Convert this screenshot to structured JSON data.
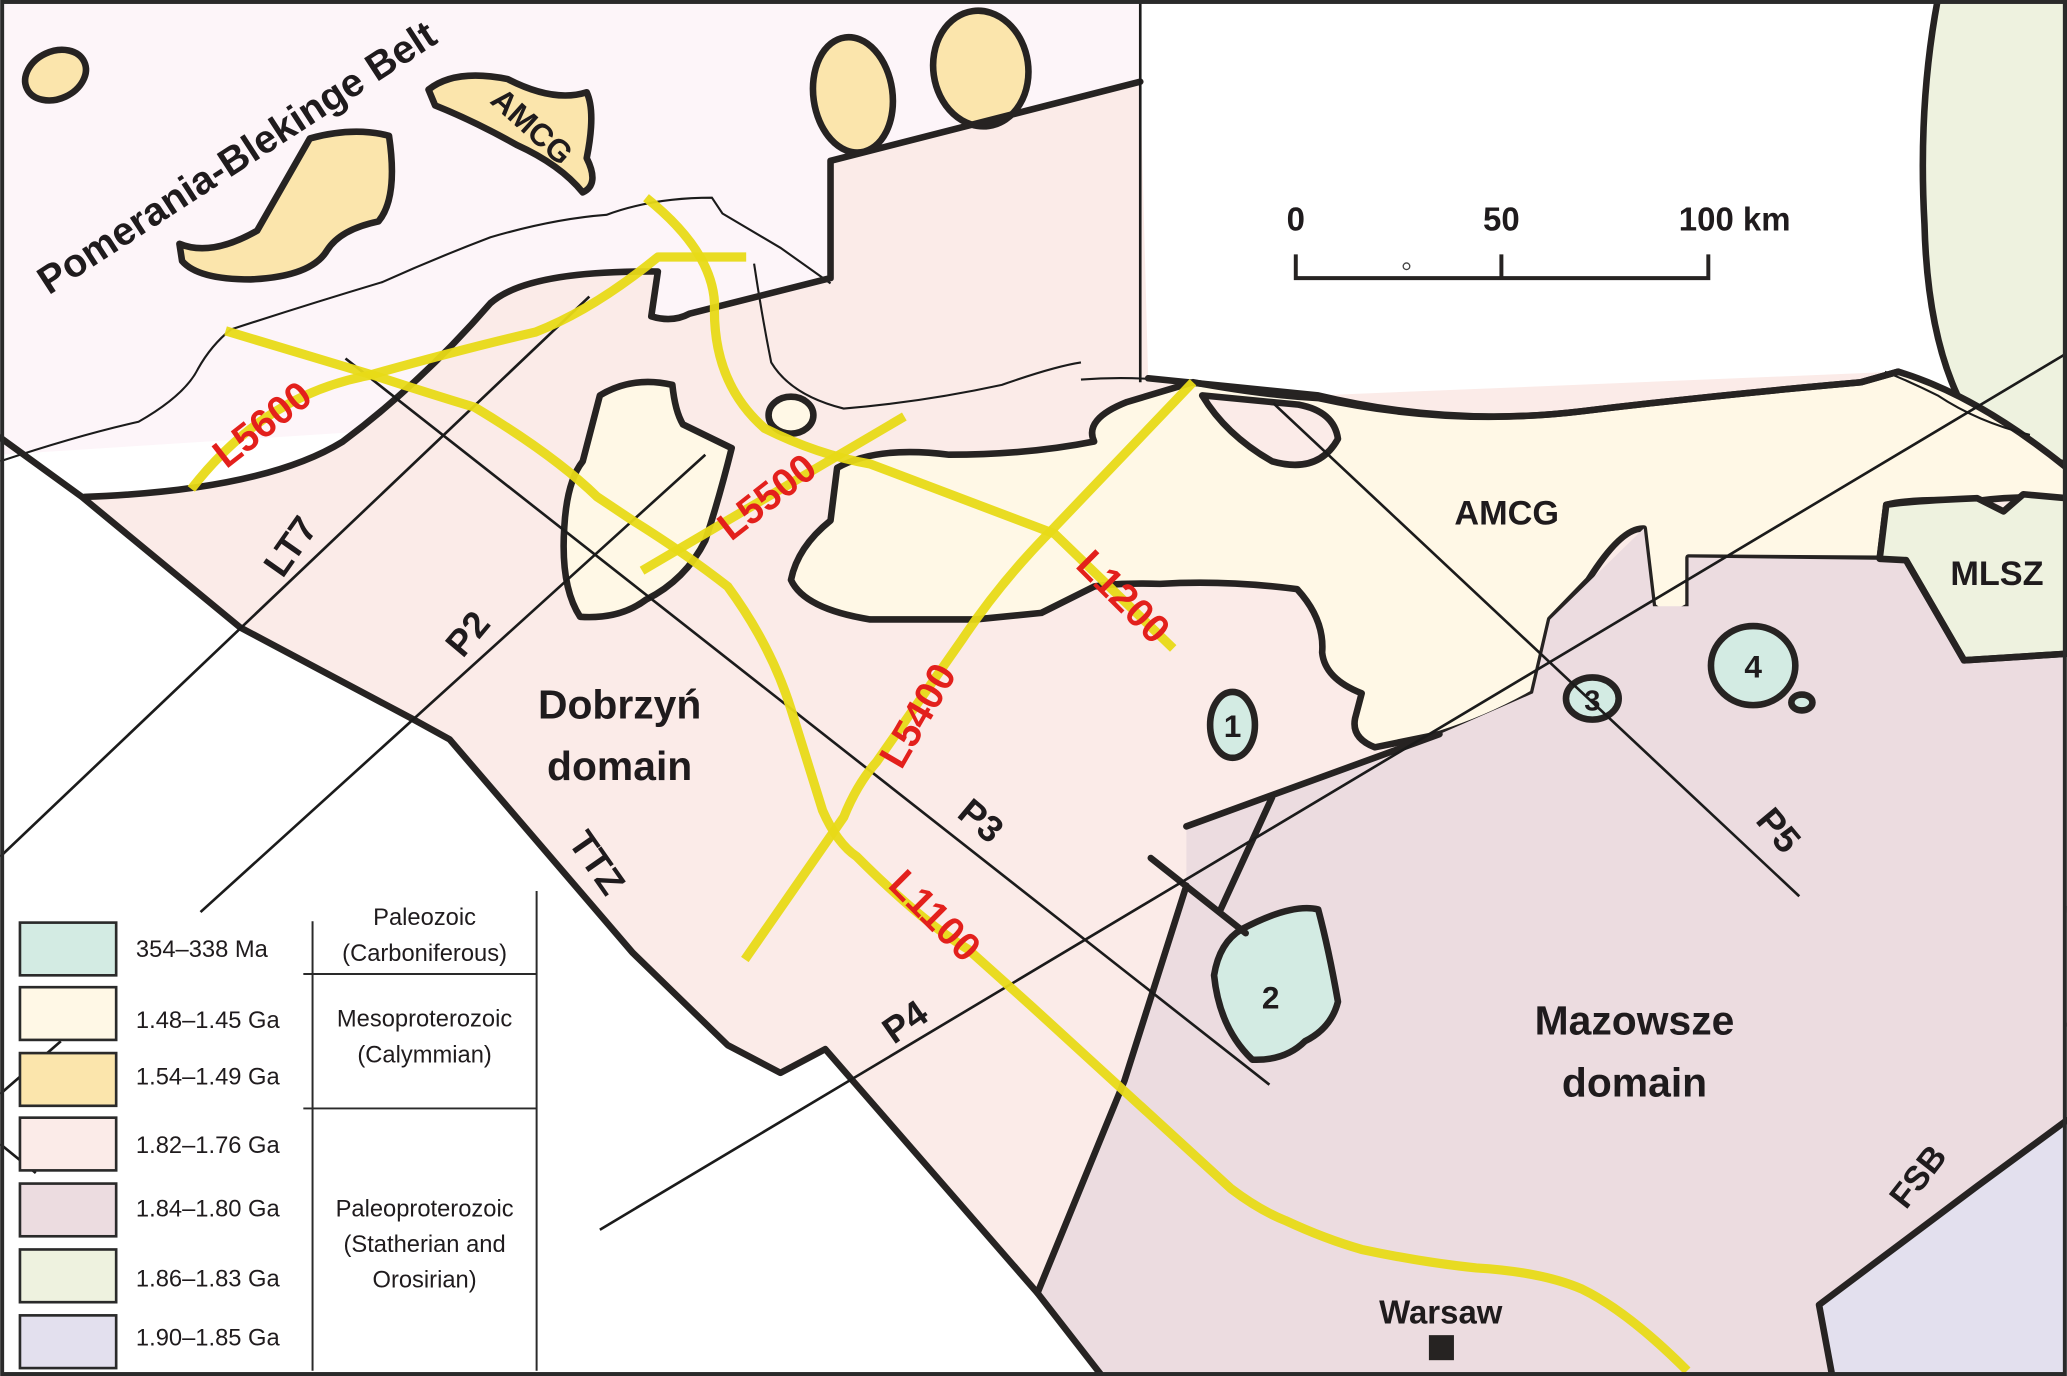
{
  "colors": {
    "pomerania": "#fdf5f9",
    "paleozoic_354_338": "#d3ebe3",
    "meso_148_145": "#fff8e6",
    "meso_154_149": "#fbe5ac",
    "paleo_182_176": "#fbebe8",
    "paleo_184_180": "#ecdce0",
    "paleo_186_183": "#eef2df",
    "paleo_190_185": "#e3e0ee",
    "seismic_line": "#e8da17",
    "seismic_label": "#e3201c"
  },
  "map_labels": {
    "pomerania": "Pomerania-Blekinge Belt",
    "amcg_north": "AMCG",
    "amcg_east": "AMCG",
    "mlsz": "MLSZ",
    "dobrzyn_1": "Dobrzyń",
    "dobrzyn_2": "domain",
    "mazowsze_1": "Mazowsze",
    "mazowsze_2": "domain",
    "warsaw": "Warsaw",
    "fsb": "FSB",
    "ttz": "TTZ"
  },
  "profiles": {
    "lt7": "LT7",
    "p2": "P2",
    "p3": "P3",
    "p4": "P4",
    "p5": "P5"
  },
  "seismic_lines": {
    "l5600": "L5600",
    "l5500": "L5500",
    "l5400": "L5400",
    "l1200": "L1200",
    "l1100": "L1100"
  },
  "intrusions": {
    "i1": "1",
    "i2": "2",
    "i3": "3",
    "i4": "4"
  },
  "scale_bar": {
    "t0": "0",
    "t50": "50",
    "t100": "100 km"
  },
  "legend": {
    "rows": [
      {
        "label": "354–338 Ma"
      },
      {
        "label": "1.48–1.45 Ga"
      },
      {
        "label": "1.54–1.49 Ga"
      },
      {
        "label": "1.82–1.76 Ga"
      },
      {
        "label": "1.84–1.80 Ga"
      },
      {
        "label": "1.86–1.83 Ga"
      },
      {
        "label": "1.90–1.85 Ga"
      }
    ],
    "periods": {
      "paleozoic_1": "Paleozoic",
      "paleozoic_2": "(Carboniferous)",
      "meso_1": "Mesoproterozoic",
      "meso_2": "(Calymmian)",
      "paleo_1": "Paleoproterozoic",
      "paleo_2": "(Statherian and",
      "paleo_3": "Orosirian)"
    }
  }
}
